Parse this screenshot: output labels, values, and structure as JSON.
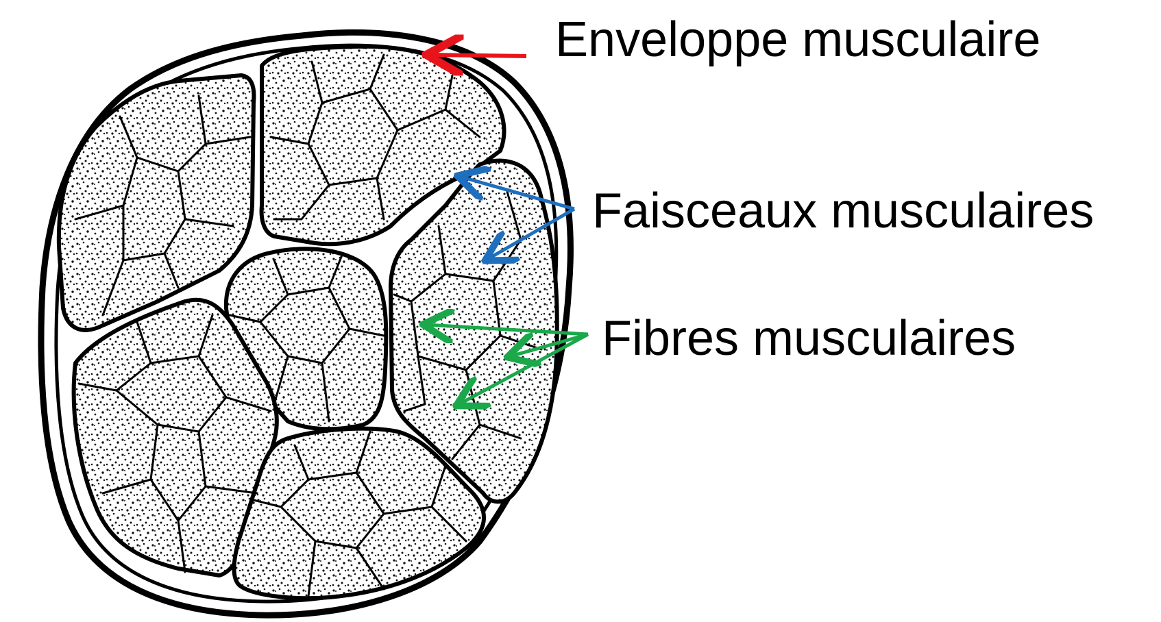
{
  "labels": {
    "envelope": "Enveloppe musculaire",
    "bundles": "Faisceaux musculaires",
    "fibres": "Fibres musculaires"
  },
  "arrow_colors": {
    "envelope": "#e8141b",
    "bundles": "#1f6fbf",
    "fibres": "#1aa84a"
  },
  "stipple_color": "#111111"
}
